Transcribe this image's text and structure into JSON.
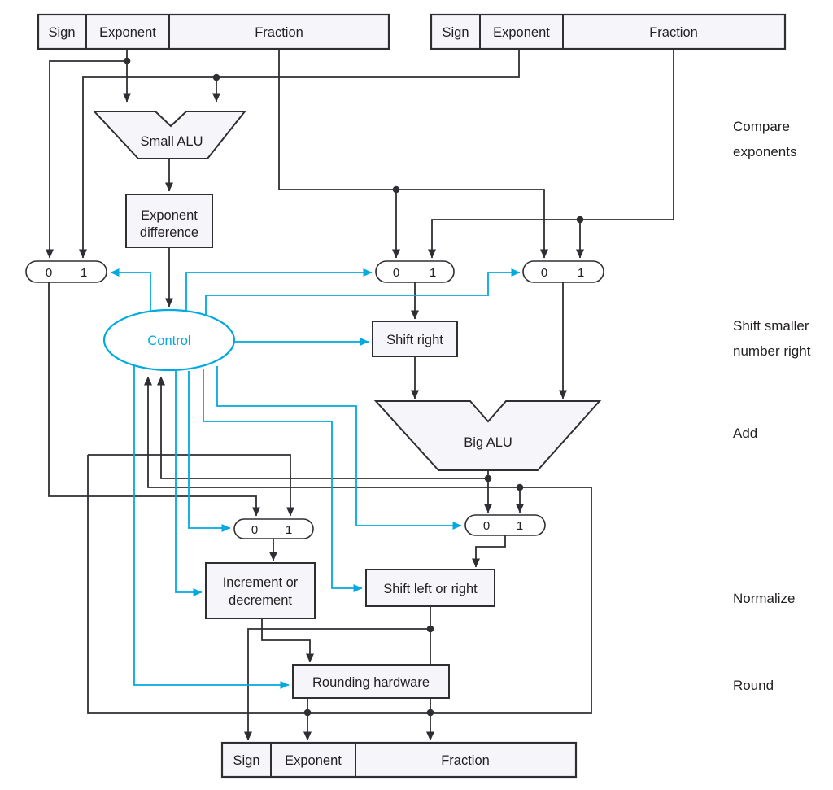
{
  "colors": {
    "accent": "#00a9e0",
    "line": "#2e2e33",
    "box_fill": "#f6f5fa",
    "text": "#231f20"
  },
  "register_top_left": {
    "fields": [
      "Sign",
      "Exponent",
      "Fraction"
    ]
  },
  "register_top_right": {
    "fields": [
      "Sign",
      "Exponent",
      "Fraction"
    ]
  },
  "register_bottom": {
    "fields": [
      "Sign",
      "Exponent",
      "Fraction"
    ]
  },
  "blocks": {
    "small_alu": {
      "label": "Small ALU"
    },
    "exponent_difference": {
      "lines": [
        "Exponent",
        "difference"
      ]
    },
    "control": {
      "label": "Control"
    },
    "shift_right": {
      "label": "Shift right"
    },
    "big_alu": {
      "label": "Big ALU"
    },
    "increment_or_decrement": {
      "lines": [
        "Increment or",
        "decrement"
      ]
    },
    "shift_left_or_right": {
      "label": "Shift left or right"
    },
    "rounding_hardware": {
      "label": "Rounding hardware"
    }
  },
  "mux_labels": {
    "zero": "0",
    "one": "1"
  },
  "stages": [
    {
      "lines": [
        "Compare",
        "exponents"
      ]
    },
    {
      "lines": [
        "Shift smaller",
        "number right"
      ]
    },
    {
      "lines": [
        "Add"
      ]
    },
    {
      "lines": [
        "Normalize"
      ]
    },
    {
      "lines": [
        "Round"
      ]
    }
  ]
}
